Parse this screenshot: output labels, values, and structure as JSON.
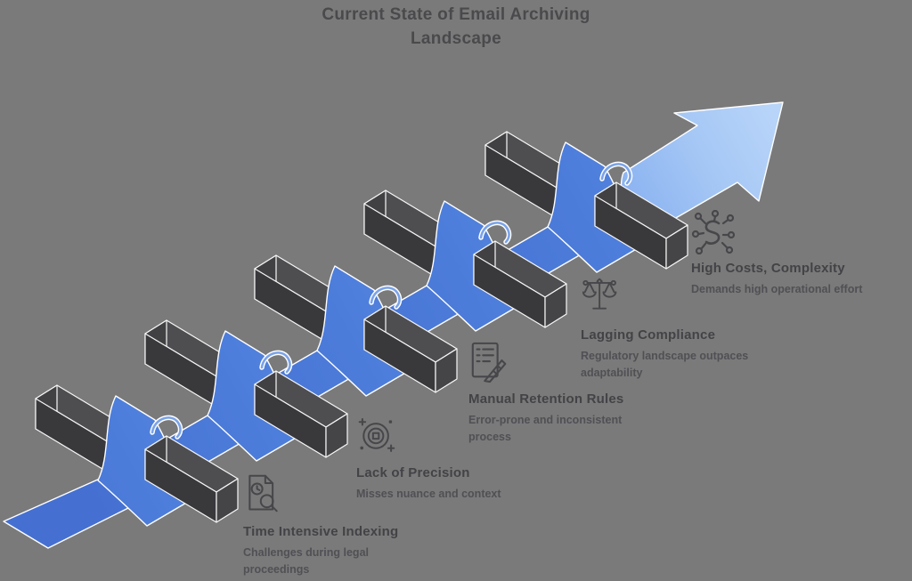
{
  "title": "Current State of Email Archiving\nLandscape",
  "items": [
    {
      "title": "Time Intensive Indexing",
      "description": "Challenges during legal\nproceedings",
      "icon": "document-clock-search-icon"
    },
    {
      "title": "Lack of Precision",
      "description": "Misses nuance and context",
      "icon": "target-icon"
    },
    {
      "title": "Manual Retention Rules",
      "description": "Error-prone and inconsistent\nprocess",
      "icon": "notepad-pen-icon"
    },
    {
      "title": "Lagging Compliance",
      "description": "Regulatory landscape outpaces\nadaptability",
      "icon": "scales-of-justice-icon"
    },
    {
      "title": "High Costs, Complexity",
      "description": "Demands high operational effort",
      "icon": "complexity-network-icon"
    }
  ],
  "colors": {
    "background": "#7a7a7a",
    "ribbon_start": "#4570d2",
    "ribbon_end": "#b8d4f9",
    "block_top": "#4e4e51",
    "block_front": "#39393c",
    "heading_text": "#4a4a4d",
    "body_text": "#505055"
  }
}
